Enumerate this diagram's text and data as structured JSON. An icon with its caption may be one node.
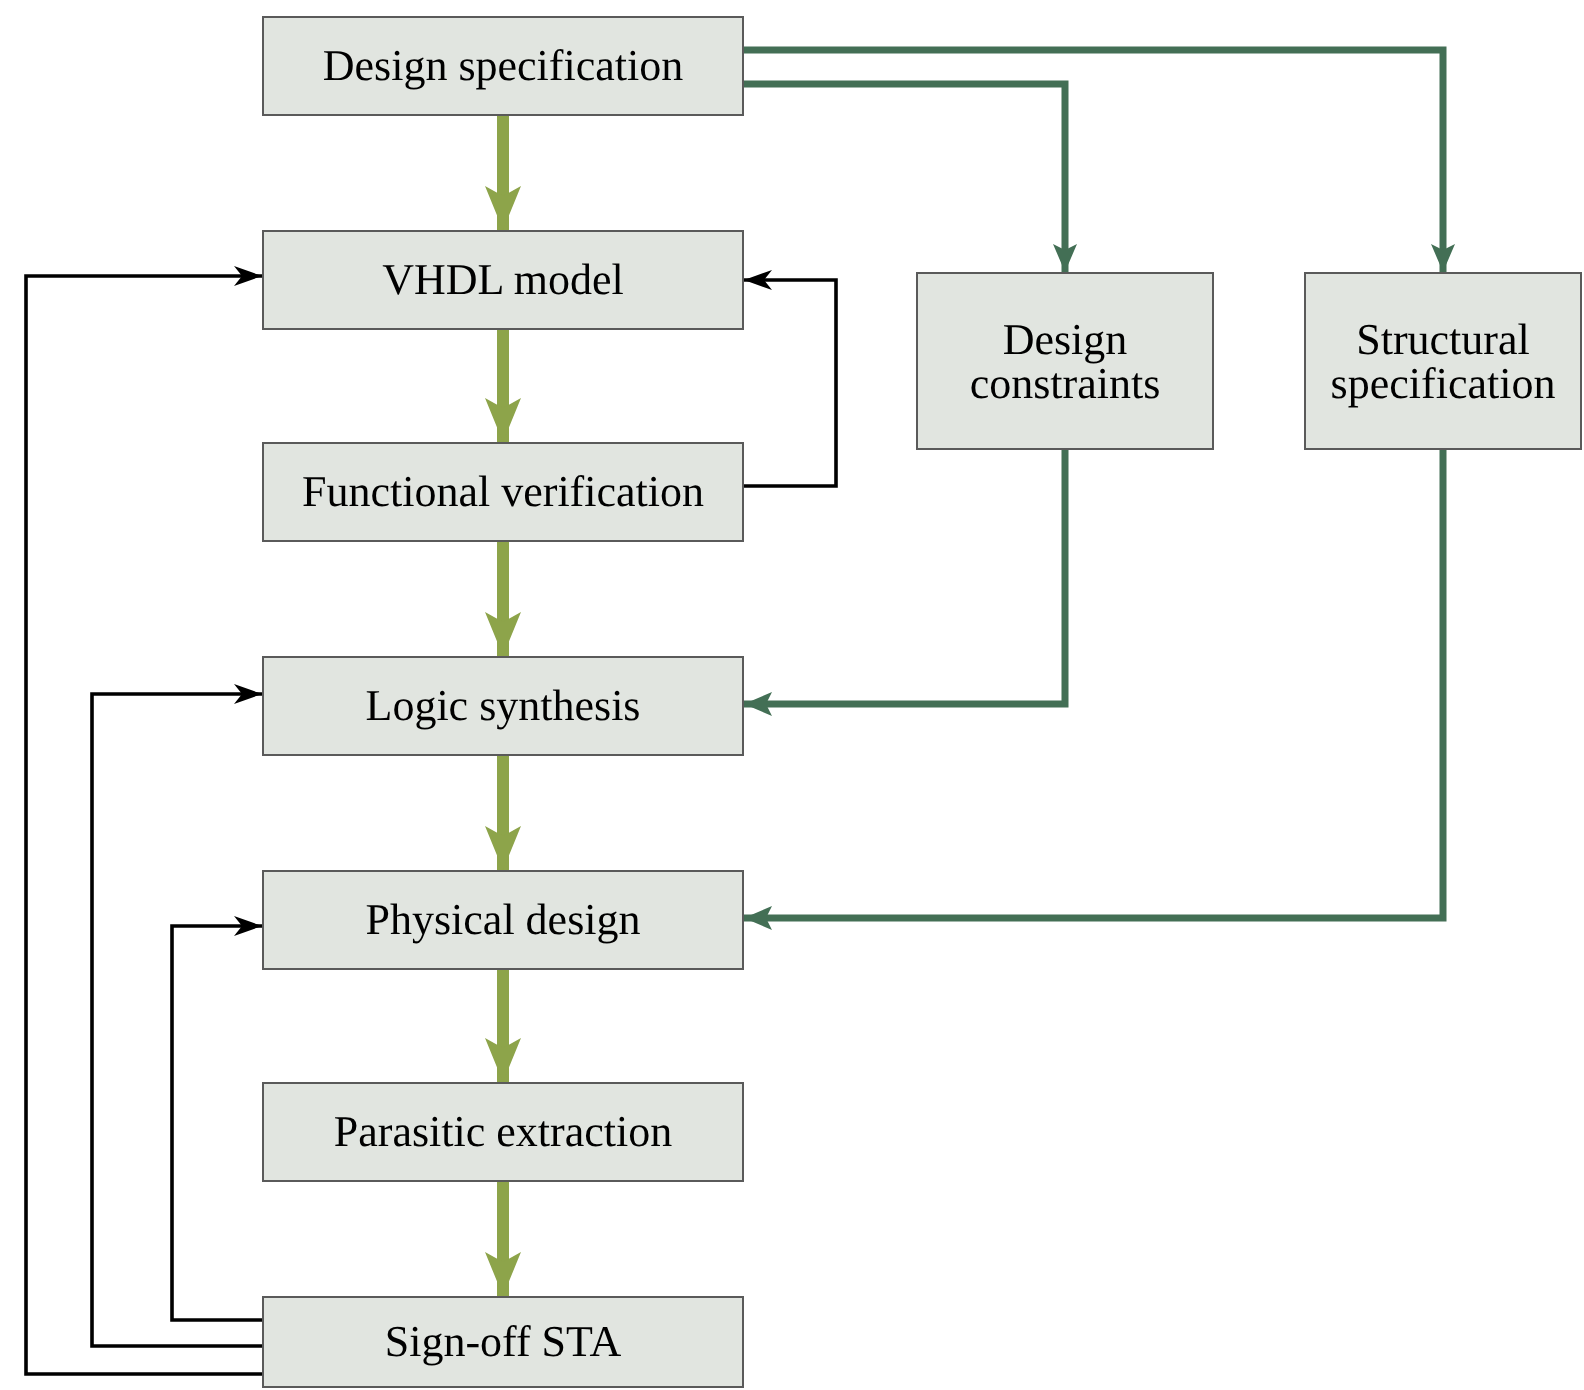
{
  "diagram": {
    "nodes": [
      {
        "text": [
          "Design specification"
        ]
      },
      {
        "text": [
          "VHDL model"
        ]
      },
      {
        "text": [
          "Functional verification"
        ]
      },
      {
        "text": [
          "Logic synthesis"
        ]
      },
      {
        "text": [
          "Physical design"
        ]
      },
      {
        "text": [
          "Parasitic extraction"
        ]
      },
      {
        "text": [
          "Sign-off STA"
        ]
      },
      {
        "text": [
          "Design constraints"
        ]
      },
      {
        "text": [
          "Structural specification"
        ]
      }
    ],
    "edges": [
      {
        "from": 0,
        "to": 1,
        "arrow": "to"
      },
      {
        "from": 1,
        "to": 2,
        "arrow": "to"
      },
      {
        "from": 2,
        "to": 3,
        "arrow": "to"
      },
      {
        "from": 3,
        "to": 4,
        "arrow": "to"
      },
      {
        "from": 4,
        "to": 5,
        "arrow": "to"
      },
      {
        "from": 5,
        "to": 6,
        "arrow": "to"
      },
      {
        "from": 2,
        "to": 1,
        "arrow": "to",
        "color": "#000000"
      },
      {
        "from": 0,
        "to": 7,
        "arrow": "to",
        "color": "#436f55"
      },
      {
        "from": 0,
        "to": 8,
        "arrow": "to",
        "color": "#436f55"
      },
      {
        "from": 7,
        "to": 3,
        "arrow": "to",
        "color": "#436f55"
      },
      {
        "from": 8,
        "to": 4,
        "arrow": "to",
        "color": "#436f55"
      },
      {
        "from": 6,
        "to": 4,
        "arrow": "to",
        "color": "#000000"
      },
      {
        "from": 6,
        "to": 3,
        "arrow": "to",
        "color": "#000000"
      },
      {
        "from": 6,
        "to": 1,
        "arrow": "to",
        "color": "#000000"
      }
    ]
  }
}
